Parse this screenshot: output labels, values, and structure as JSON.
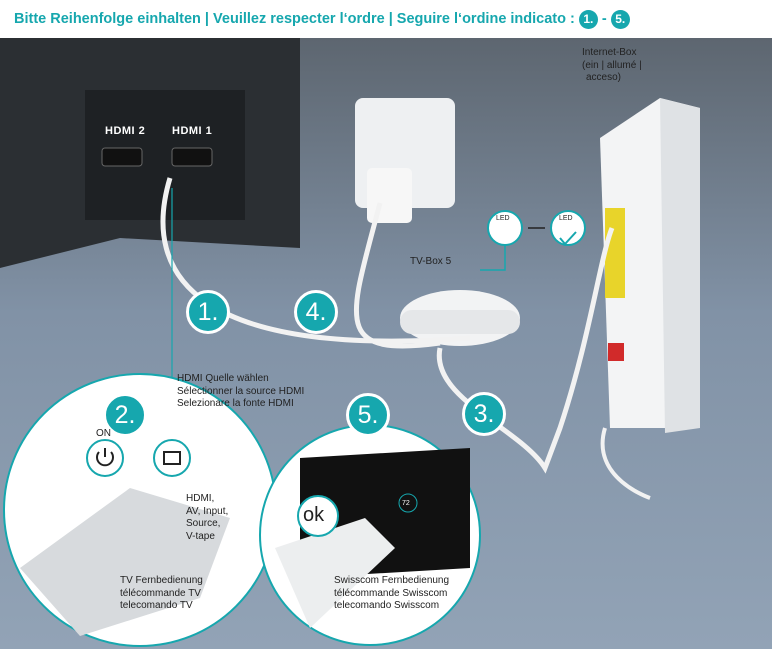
{
  "header": {
    "text": "Bitte Reihenfolge einhalten | Veuillez respecter l‘ordre | Seguire l‘ordine indicato :",
    "from": "1.",
    "dash": "-",
    "to": "5."
  },
  "tv": {
    "hdmi2": "HDMI 2",
    "hdmi1": "HDMI 1"
  },
  "internet_box": {
    "line1": "Internet-Box",
    "line2": "(ein | allumé |",
    "line3": "acceso)"
  },
  "tv_box": {
    "label": "TV-Box 5",
    "led1": "LED",
    "led2": "LED"
  },
  "hdmi_source": {
    "de": "HDMI Quelle wählen",
    "fr": "Sélectionner la source HDMI",
    "it": "Selezionare la fonte HDMI"
  },
  "steps": [
    "1.",
    "2.",
    "3.",
    "4.",
    "5."
  ],
  "tv_remote": {
    "on": "ON",
    "keys": "HDMI,\nAV, Input,\nSource,\nV-tape",
    "de": "TV Fernbedienung",
    "fr": "télécommande TV",
    "it": "telecomando TV"
  },
  "swisscom_remote": {
    "ok": "ok",
    "timer": "72",
    "de": "Swisscom Fernbedienung",
    "fr": "télécommande Swisscom",
    "it": "telecomando Swisscom"
  },
  "colors": {
    "accent": "#16a7ae",
    "wall": "#8e9fb3",
    "tv": "#2b2f33"
  }
}
